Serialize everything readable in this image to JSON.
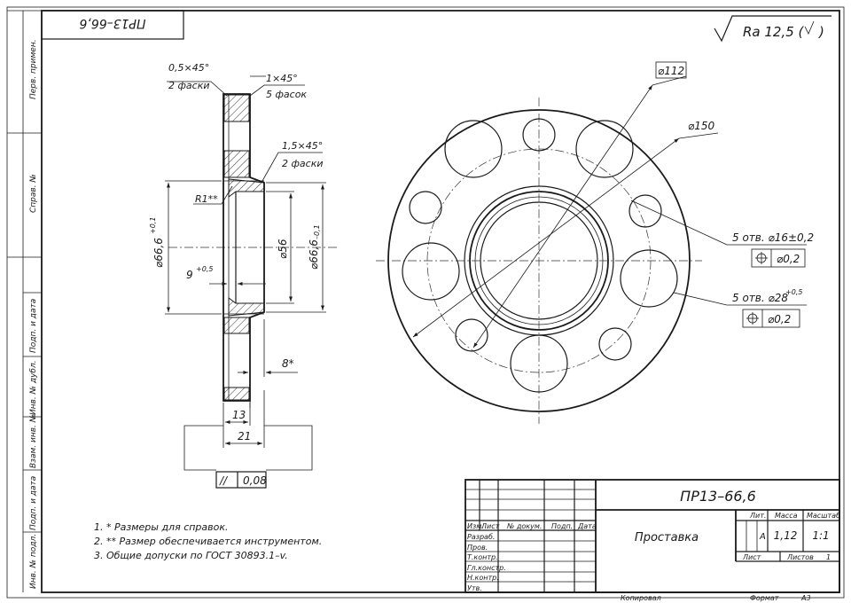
{
  "stamp_top": "ПР13–66,6",
  "roughness": {
    "label": "Ra 12,5 (",
    "close": ")"
  },
  "side_labels": [
    "Перв. примен.",
    "Справ. №",
    "Подп. и дата",
    "Инв. № дубл.",
    "Взам. инв. №",
    "Подп. и дата",
    "Инв. № подл."
  ],
  "section": {
    "chamfer1_top": "0,5×45°",
    "chamfer1_bottom": "2 фаски",
    "chamfer2_top": "1×45°",
    "chamfer2_bottom": "5 фасок",
    "chamfer3_top": "1,5×45°",
    "chamfer3_bottom": "2 фаски",
    "radius": "R1**",
    "dia_left": "⌀66,6",
    "dia_left_tol": "+0,1",
    "dia_mid": "⌀56",
    "dia_right": "⌀66,6",
    "dia_right_tol": "–0,1",
    "depth": "9",
    "depth_tol": "+0,5",
    "hub": "8*",
    "width13": "13",
    "width21": "21",
    "parallel_sym": "//",
    "parallel_val": "0,08"
  },
  "plan": {
    "d112": "⌀112",
    "d150": "⌀150",
    "holes16": "5 отв. ⌀16±0,2",
    "holes16_tol_frame": "⌀0,2",
    "holes28": "5 отв. ⌀28",
    "holes28_tol": "+0,5",
    "holes28_tol_frame": "⌀0,2"
  },
  "notes": [
    "1. * Размеры для справок.",
    "2. ** Размер обеспечивается инструментом.",
    "3. Общие допуски по ГОСТ 30893.1–v."
  ],
  "title_block": {
    "designation": "ПР13–66,6",
    "name": "Проставка",
    "headers": [
      "Изм.",
      "Лист",
      "№ докум.",
      "Подп.",
      "Дата"
    ],
    "rows": [
      "Разраб.",
      "Пров.",
      "Т.контр.",
      "Гл.констр.",
      "Н.контр.",
      "Утв."
    ],
    "lit_label": "Лит.",
    "mass_label": "Масса",
    "scale_label": "Масштаб",
    "lit_value": "А",
    "mass_value": "1,12",
    "scale_value": "1:1",
    "sheet_label": "Лист",
    "sheets_label": "Листов",
    "sheets_value": "1",
    "copied": "Копировал",
    "format_label": "Формат",
    "format_value": "А3"
  }
}
